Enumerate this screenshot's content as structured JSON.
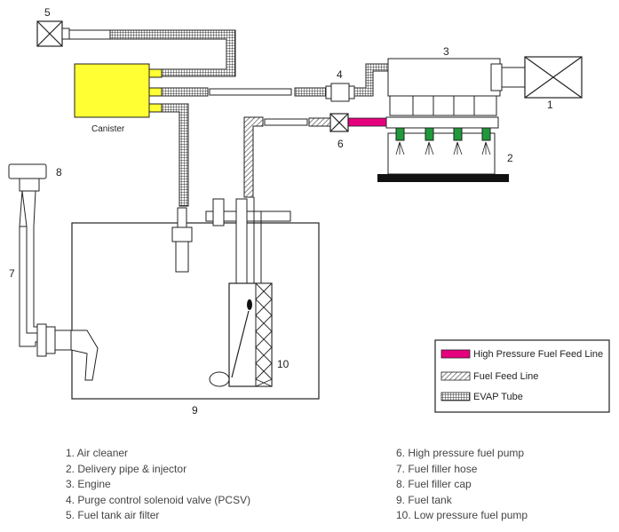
{
  "diagram": {
    "canister_label": "Canister",
    "callouts": {
      "n1": "1",
      "n2": "2",
      "n3": "3",
      "n4": "4",
      "n5": "5",
      "n6": "6",
      "n7": "7",
      "n8": "8",
      "n9": "9",
      "n10": "10"
    },
    "legend": [
      {
        "label": "High Pressure Fuel Feed Line",
        "swatch": "#e6007e"
      },
      {
        "label": "Fuel Feed Line",
        "swatch": "hatch"
      },
      {
        "label": "EVAP Tube",
        "swatch": "grid"
      }
    ],
    "colors": {
      "canister": "#ffff33",
      "high_pressure_line": "#e6007e",
      "injector": "#1f9a3a"
    }
  },
  "parts_list": {
    "left": [
      "1. Air cleaner",
      "2. Delivery pipe & injector",
      "3. Engine",
      "4. Purge control solenoid valve (PCSV)",
      "5. Fuel tank air filter"
    ],
    "right": [
      "6. High pressure fuel pump",
      "7. Fuel filler hose",
      "8. Fuel filler cap",
      "9. Fuel tank",
      "10. Low pressure fuel pump"
    ]
  }
}
